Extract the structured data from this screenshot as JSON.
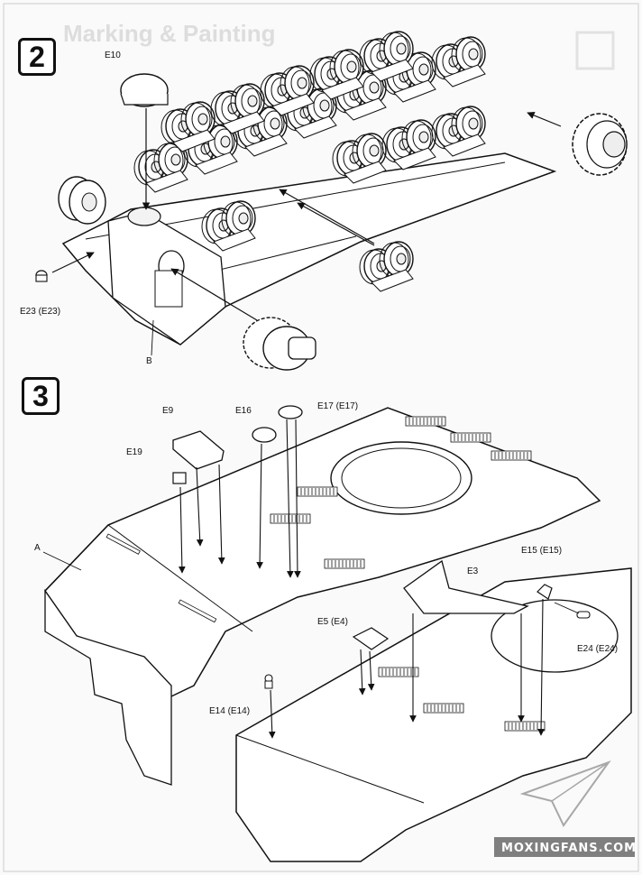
{
  "steps": {
    "step2": "2",
    "step3": "3"
  },
  "ghost_text": {
    "top_title": "Marking & Painting"
  },
  "labels": {
    "e10": "E10",
    "e23": "E23 (E23)",
    "b": "B",
    "e9": "E9",
    "e16": "E16",
    "e17": "E17 (E17)",
    "e19": "E19",
    "a": "A",
    "e3": "E3",
    "e15": "E15 (E15)",
    "e5": "E5 (E4)",
    "e24": "E24 (E24)",
    "e14": "E14 (E14)"
  },
  "watermark": {
    "text": "MOXINGFANS.COM"
  },
  "icons": {
    "logo": "paper-plane-icon"
  }
}
